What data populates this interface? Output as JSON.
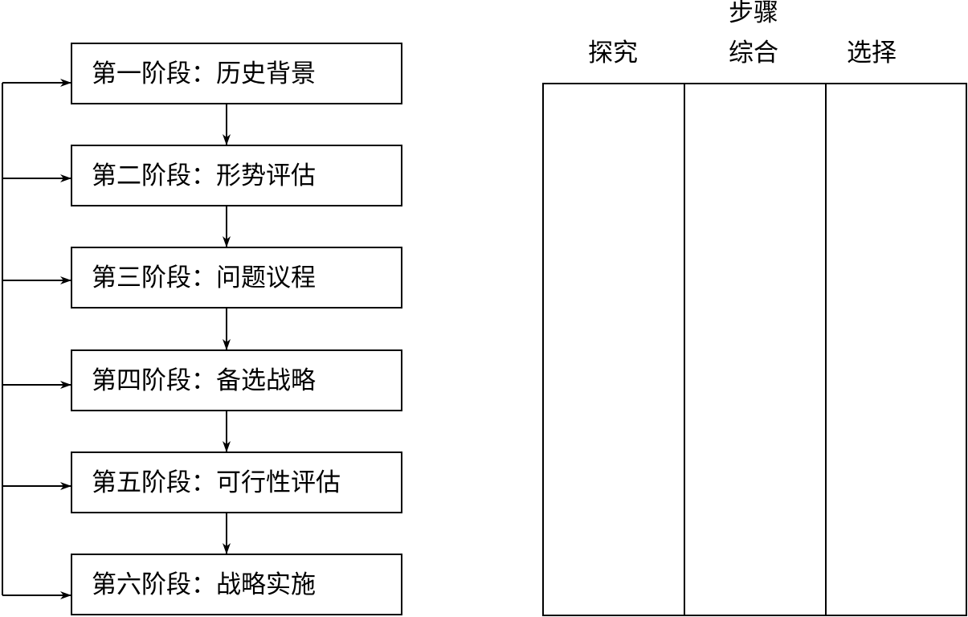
{
  "stages": [
    {
      "label": "第一阶段：历史背景"
    },
    {
      "label": "第二阶段：形势评估"
    },
    {
      "label": "第三阶段：问题议程"
    },
    {
      "label": "第四阶段：备选战略"
    },
    {
      "label": "第五阶段：可行性评估"
    },
    {
      "label": "第六阶段：战略实施"
    }
  ],
  "steps_table": {
    "title": "步骤",
    "columns": [
      "探究",
      "综合",
      "选择"
    ]
  }
}
